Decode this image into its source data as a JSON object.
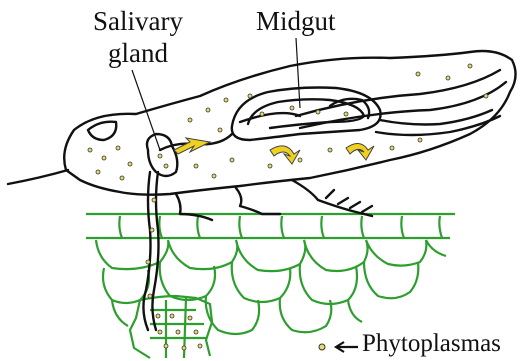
{
  "labels": {
    "salivary_line1": "Salivary",
    "salivary_line2": "gland",
    "midgut": "Midgut",
    "legend": "Phytoplasmas"
  },
  "colors": {
    "outline": "#111111",
    "plant_cell": "#2e9e2e",
    "arrow": "#f0d020",
    "phytoplasma_dot": "#d8c84a"
  },
  "icons": {
    "legend_marker": "phytoplasma-dot-icon",
    "legend_arrow": "left-arrow-icon",
    "flow_arrows": "yellow-arrow-icon"
  }
}
